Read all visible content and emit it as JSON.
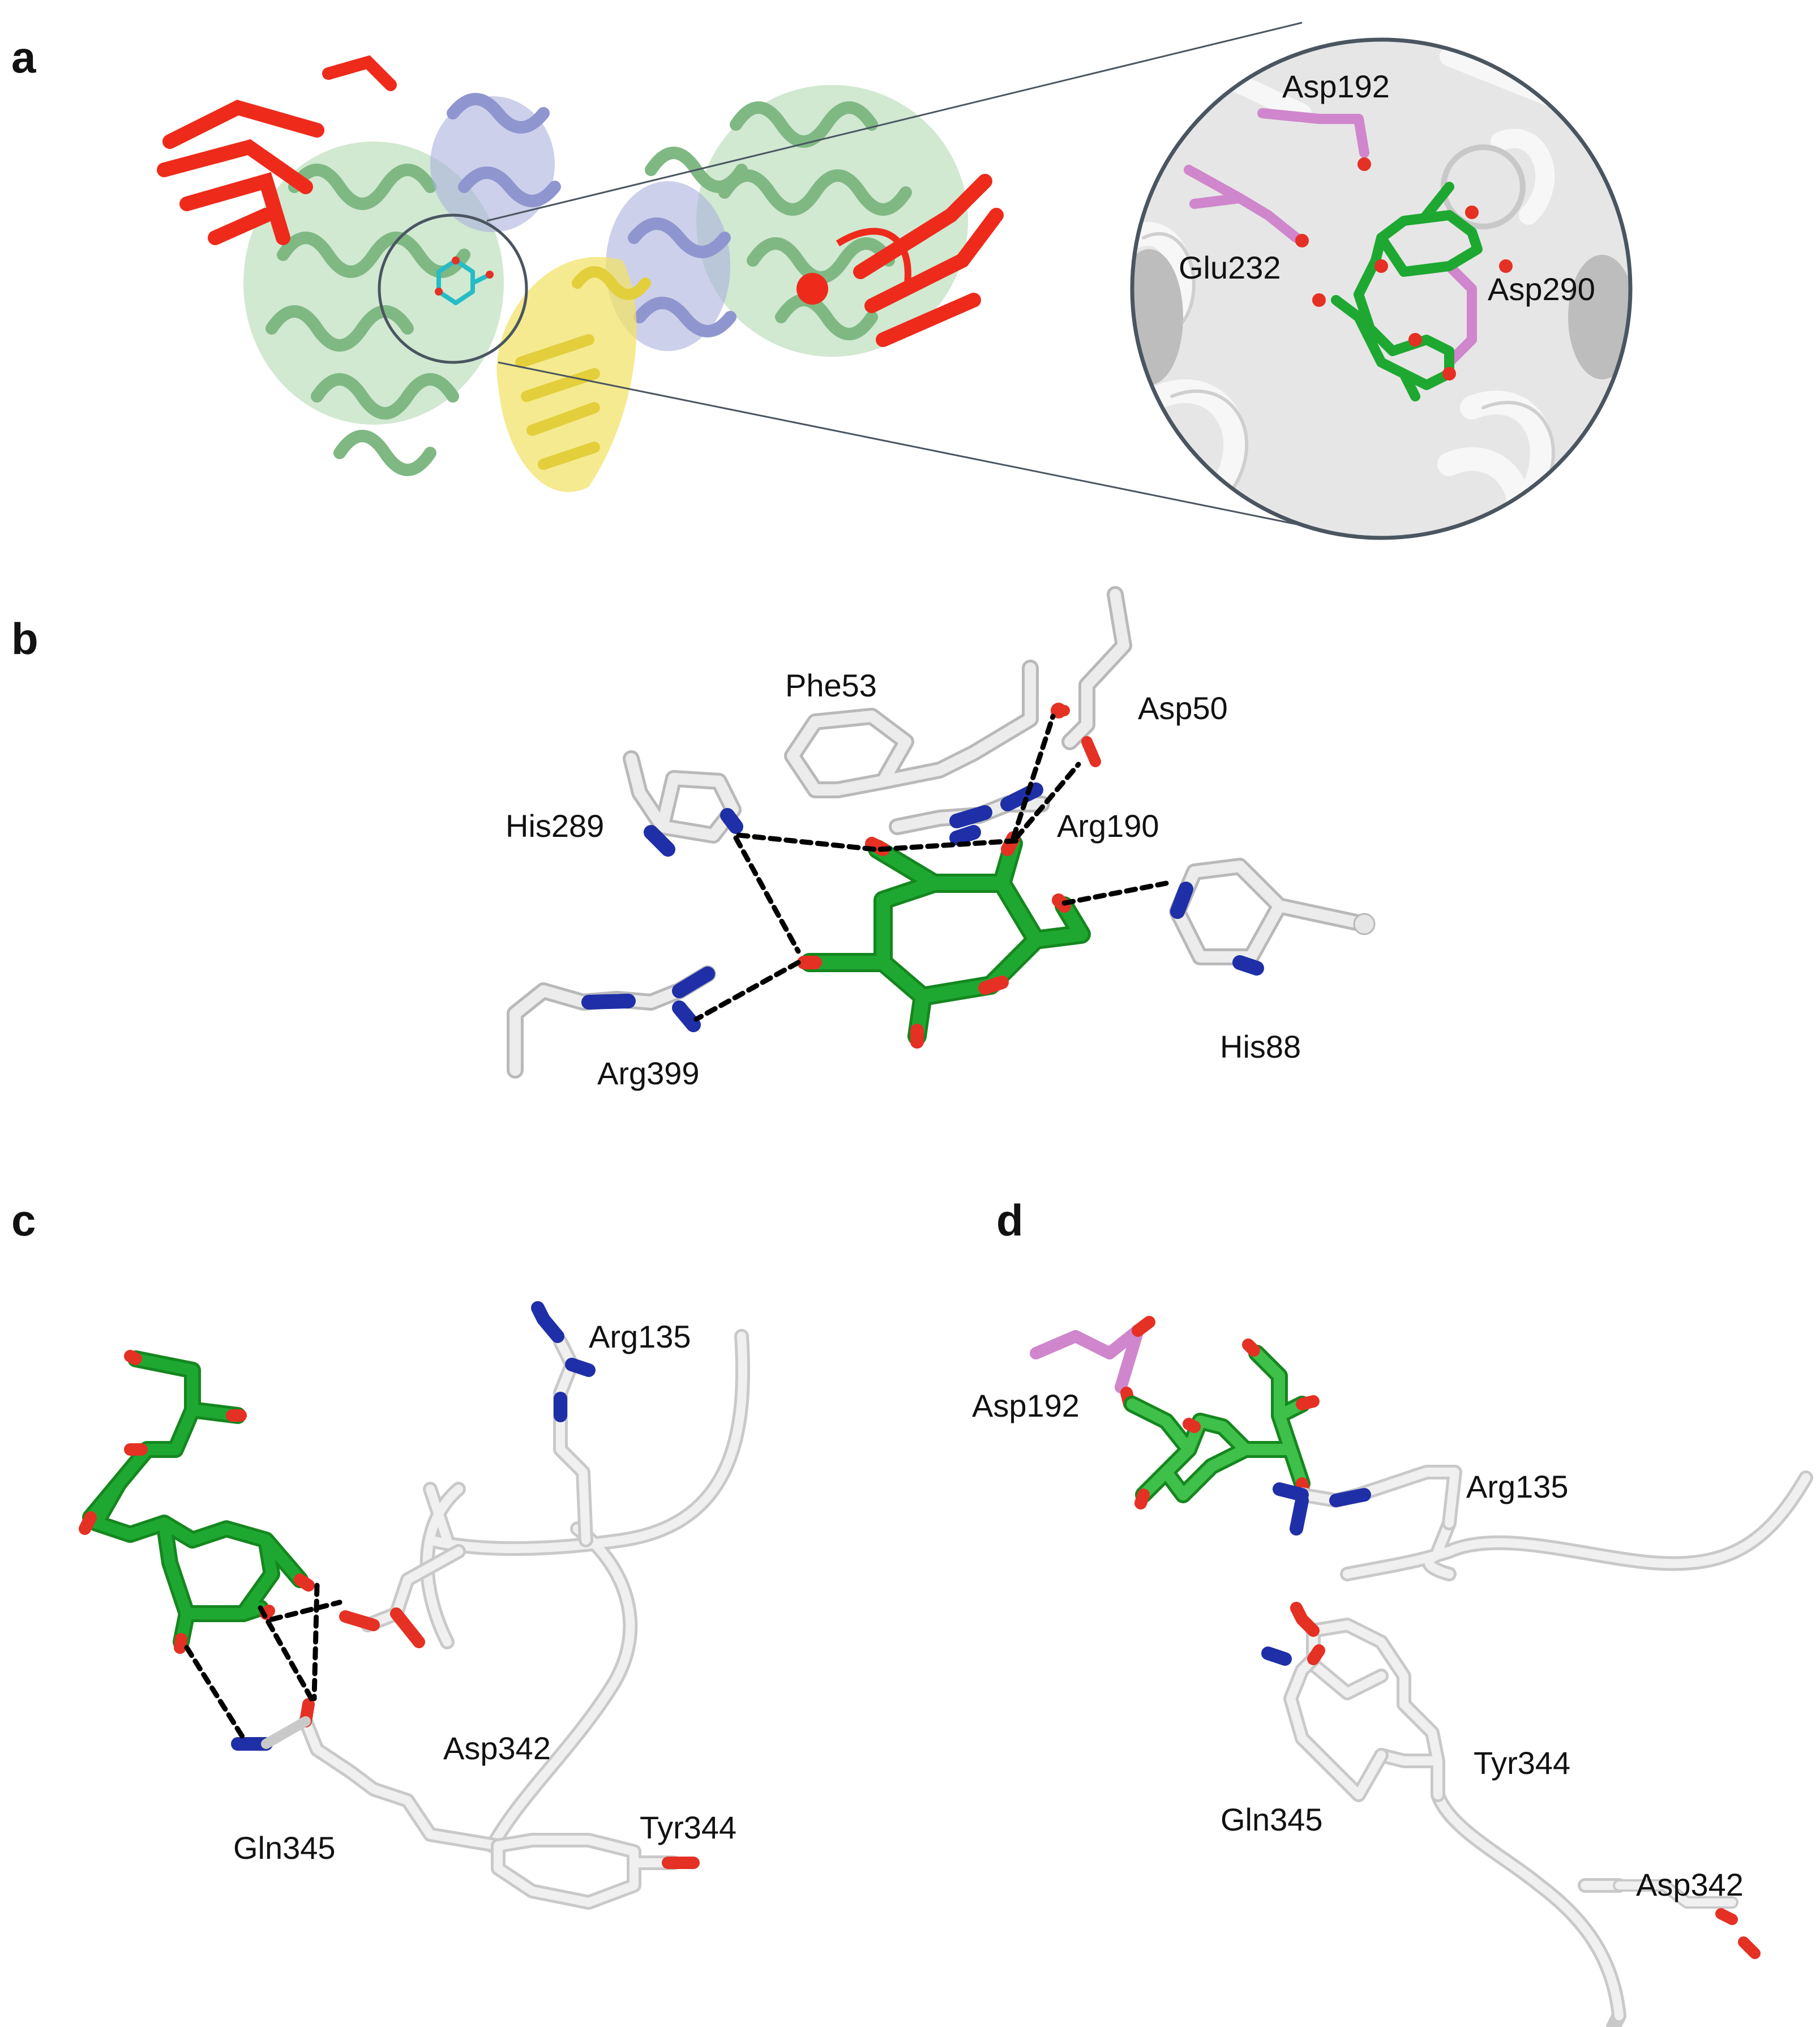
{
  "panels": {
    "a": {
      "letter": "a"
    },
    "b": {
      "letter": "b"
    },
    "c": {
      "letter": "c"
    },
    "d": {
      "letter": "d"
    }
  },
  "labels": {
    "a": {
      "asp192": "Asp192",
      "glu232": "Glu232",
      "asp290": "Asp290"
    },
    "b": {
      "phe53": "Phe53",
      "asp50": "Asp50",
      "his289": "His289",
      "arg190": "Arg190",
      "arg399": "Arg399",
      "his88": "His88"
    },
    "c": {
      "arg135": "Arg135",
      "asp342": "Asp342",
      "gln345": "Gln345",
      "tyr344": "Tyr344"
    },
    "d": {
      "asp192": "Asp192",
      "arg135": "Arg135",
      "tyr344": "Tyr344",
      "gln345": "Gln345",
      "asp342": "Asp342"
    }
  },
  "colors": {
    "beta_sandwich": "#ee2a1b",
    "tim_barrel": "#98cc9a",
    "helix_linker": "#aab0dc",
    "c_domain": "#f2e36a",
    "ligand_carbon": "#1ea832",
    "oxygen": "#e53024",
    "nitrogen": "#1f2fa8",
    "residue_carbon": "#dcdcdc",
    "catalytic_carbon": "#cf86cc",
    "zoom_background": "#e3e3e3",
    "circle_outline": "#4a5560"
  }
}
